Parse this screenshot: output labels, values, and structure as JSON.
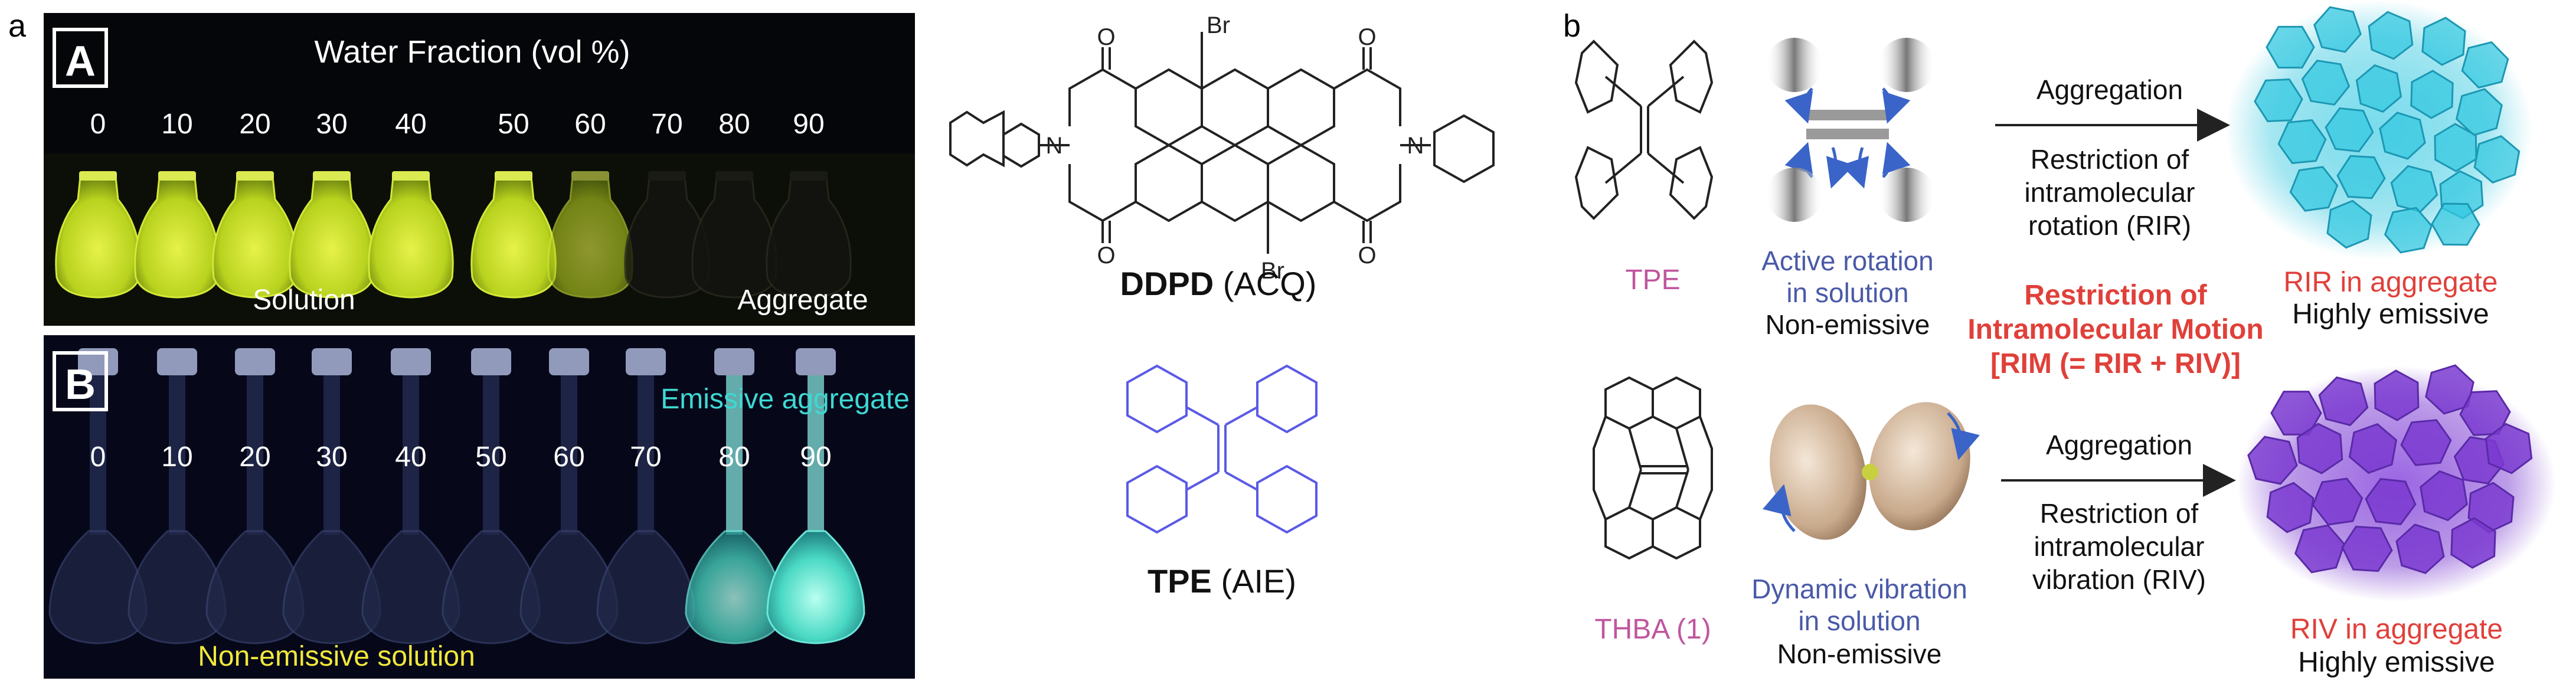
{
  "panel_labels": {
    "a": "a",
    "b": "b"
  },
  "panel_a": {
    "photo_A": {
      "badge": "A",
      "title": "Water Fraction (vol %)",
      "fractions": [
        "0",
        "10",
        "20",
        "30",
        "40",
        "50",
        "60",
        "70",
        "80",
        "90"
      ],
      "label_left": "Solution",
      "label_right": "Aggregate"
    },
    "photo_B": {
      "badge": "B",
      "fractions": [
        "0",
        "10",
        "20",
        "30",
        "40",
        "50",
        "60",
        "70",
        "80",
        "90"
      ],
      "label_top_right": "Emissive aggregate",
      "label_bottom_left": "Non-emissive solution"
    },
    "ddpd": {
      "atoms": {
        "br": "Br",
        "o": "O",
        "n": "N"
      },
      "name_bold": "DDPD",
      "name_rest": " (ACQ)"
    },
    "tpe": {
      "name_bold": "TPE",
      "name_rest": " (AIE)"
    }
  },
  "panel_b": {
    "top": {
      "molecule_label": "TPE",
      "motion_caption": [
        "Active rotation",
        "in solution"
      ],
      "motion_state": "Non-emissive",
      "arrow_label": "Aggregation",
      "restriction": [
        "Restriction of",
        "intramolecular",
        "rotation (RIR)"
      ],
      "result": "RIR in aggregate",
      "result_state": "Highly emissive"
    },
    "center": [
      "Restriction of",
      "Intramolecular Motion",
      "[RIM (= RIR + RIV)]"
    ],
    "bottom": {
      "molecule_label": "THBA (1)",
      "motion_caption": [
        "Dynamic vibration",
        "in solution"
      ],
      "motion_state": "Non-emissive",
      "arrow_label": "Aggregation",
      "restriction": [
        "Restriction of",
        "intramolecular",
        "vibration (RIV)"
      ],
      "result": "RIV in aggregate",
      "result_state": "Highly emissive"
    }
  },
  "colors": {
    "pink_label": "#c0569f",
    "blue_caption": "#4a5aa8",
    "red_accent": "#e0403a",
    "tpe_blue": "#5a5ae6",
    "cyan_glow": "#35c8e0",
    "purple_glow": "#7a3ad0",
    "flask_yellow": "#c8e02a"
  }
}
